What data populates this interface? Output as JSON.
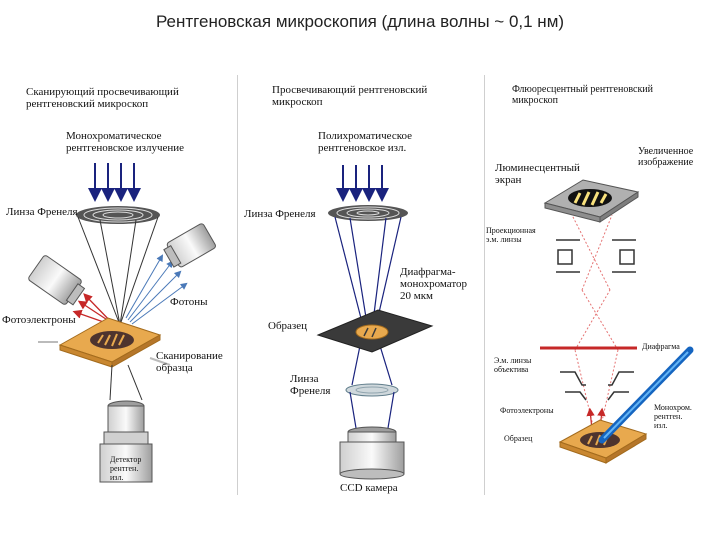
{
  "title": "Рентгеновская микроскопия (длина волны ~ 0,1 нм)",
  "panels": [
    {
      "heading": "Сканирующий просвечивающий\nрентгеновский микроскоп",
      "labels": {
        "radiation": "Монохроматическое\nрентгеновское излучение",
        "fresnel_lens": "Линза Френеля",
        "photons": "Фотоны",
        "photoelectrons": "Фотоэлектроны",
        "scanning": "Сканирование\nобразца",
        "detector": "Детектор\nрентген.\nизл."
      }
    },
    {
      "heading": "Просвечивающий рентгеновский\nмикроскоп",
      "labels": {
        "radiation": "Полихроматическое\nрентгеновское изл.",
        "fresnel_lens": "Линза Френеля",
        "diaphragm": "Диафрагма-\nмонохроматор\n20 мкм",
        "sample": "Образец",
        "fresnel_lens2": "Линза\nФренеля",
        "camera": "CCD камера"
      }
    },
    {
      "heading": "Флюоресцентный рентгеновский\nмикроскоп",
      "labels": {
        "magnified": "Увеличенное\nизображение",
        "screen": "Люминесцентный\nэкран",
        "projection": "Проекционная\nэ.м. линзы",
        "diaphragm": "Диафрагма",
        "objective": "Э.м. линзы\nобъектива",
        "photoelectrons": "Фотоэлектроны",
        "monochrom": "Монохром.\nрентген.\nизл.",
        "sample": "Образец"
      }
    }
  ],
  "colors": {
    "arrows": "#1a237e",
    "sample_plate": "#e8a94e",
    "beam_red": "#d32f2f",
    "beam_blue": "#1565c0",
    "diaphragm_red": "#c62828"
  }
}
